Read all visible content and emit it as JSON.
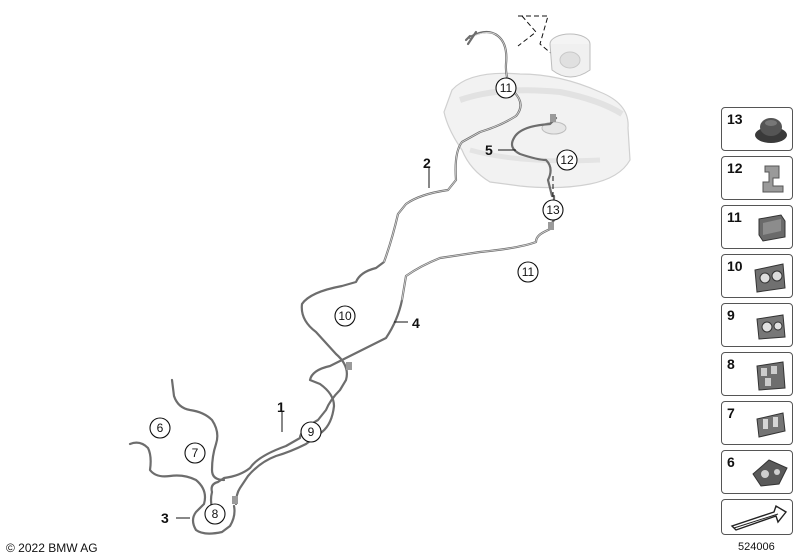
{
  "callouts": {
    "c1": "1",
    "c2": "2",
    "c3": "3",
    "c4": "4",
    "c5": "5"
  },
  "circled": {
    "n6": "6",
    "n7": "7",
    "n8": "8",
    "n9": "9",
    "n10": "10",
    "n11a": "11",
    "n11b": "11",
    "n12": "12",
    "n13": "13"
  },
  "legend": [
    "13",
    "12",
    "11",
    "10",
    "9",
    "8",
    "7",
    "6"
  ],
  "footer": {
    "copyright": "© 2022 BMW AG",
    "reference": "524006"
  }
}
